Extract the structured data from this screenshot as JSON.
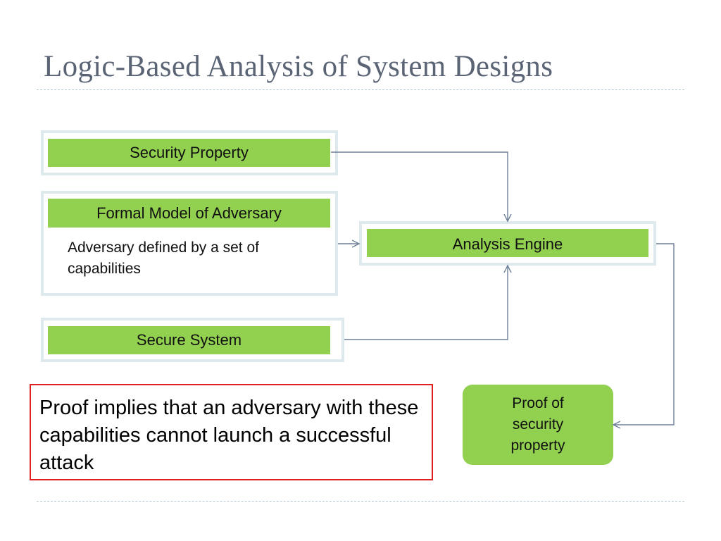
{
  "slide": {
    "title": "Logic-Based Analysis of System Designs"
  },
  "diagram": {
    "security_property": {
      "label": "Security Property"
    },
    "adversary_model": {
      "label": "Formal Model of Adversary",
      "description": "Adversary defined by a set of capabilities"
    },
    "secure_system": {
      "label": "Secure System"
    },
    "analysis_engine": {
      "label": "Analysis Engine"
    },
    "proof": {
      "label": "Proof of security property"
    }
  },
  "callout": {
    "text": "Proof implies that an adversary with these capabilities cannot launch a successful attack"
  },
  "colors": {
    "box_fill": "#92d050",
    "frame": "#dde9ec",
    "connector": "#6e7f99",
    "callout_border": "#e02020",
    "title": "#5a6474"
  }
}
